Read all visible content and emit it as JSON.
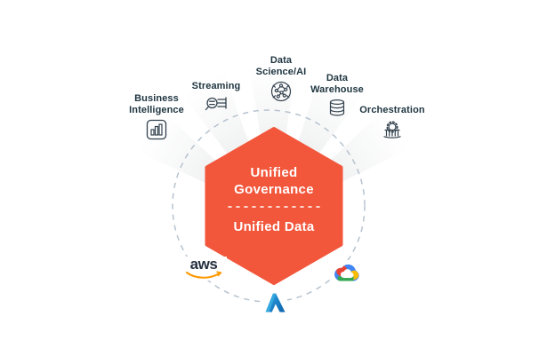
{
  "diagram": {
    "title_semantic": "lakehouse-platform-diagram",
    "hexagon": {
      "top_label": "Unified Governance",
      "bottom_label": "Unified Data",
      "fill": "#F2563B",
      "text_color": "#FFFFFF"
    },
    "capabilities": [
      {
        "label": "Business Intelligence",
        "icon": "bar-chart-icon"
      },
      {
        "label": "Streaming",
        "icon": "stream-magnifier-icon"
      },
      {
        "label": "Data Science/AI",
        "icon": "network-globe-icon"
      },
      {
        "label": "Data Warehouse",
        "icon": "database-icon"
      },
      {
        "label": "Orchestration",
        "icon": "gear-rotunda-icon"
      }
    ],
    "cloud_providers": [
      {
        "name": "AWS",
        "wordmark": "aws",
        "icon": "aws-logo"
      },
      {
        "name": "Microsoft Azure",
        "icon": "azure-logo"
      },
      {
        "name": "Google Cloud",
        "icon": "google-cloud-logo"
      }
    ],
    "colors": {
      "hexagon": "#F2563B",
      "label_text": "#1E3540",
      "icon_stroke": "#33424E",
      "dashed_circle": "#B7C3CF",
      "fan_gray": "#EAECED",
      "aws_text": "#252F3E",
      "aws_smile": "#FF9900",
      "azure_blue_light": "#35A8E0",
      "azure_blue_dark": "#0C62A9",
      "gcloud_blue": "#4285F4",
      "gcloud_red": "#EA4335",
      "gcloud_yellow": "#FBBC05",
      "gcloud_green": "#34A853"
    }
  }
}
